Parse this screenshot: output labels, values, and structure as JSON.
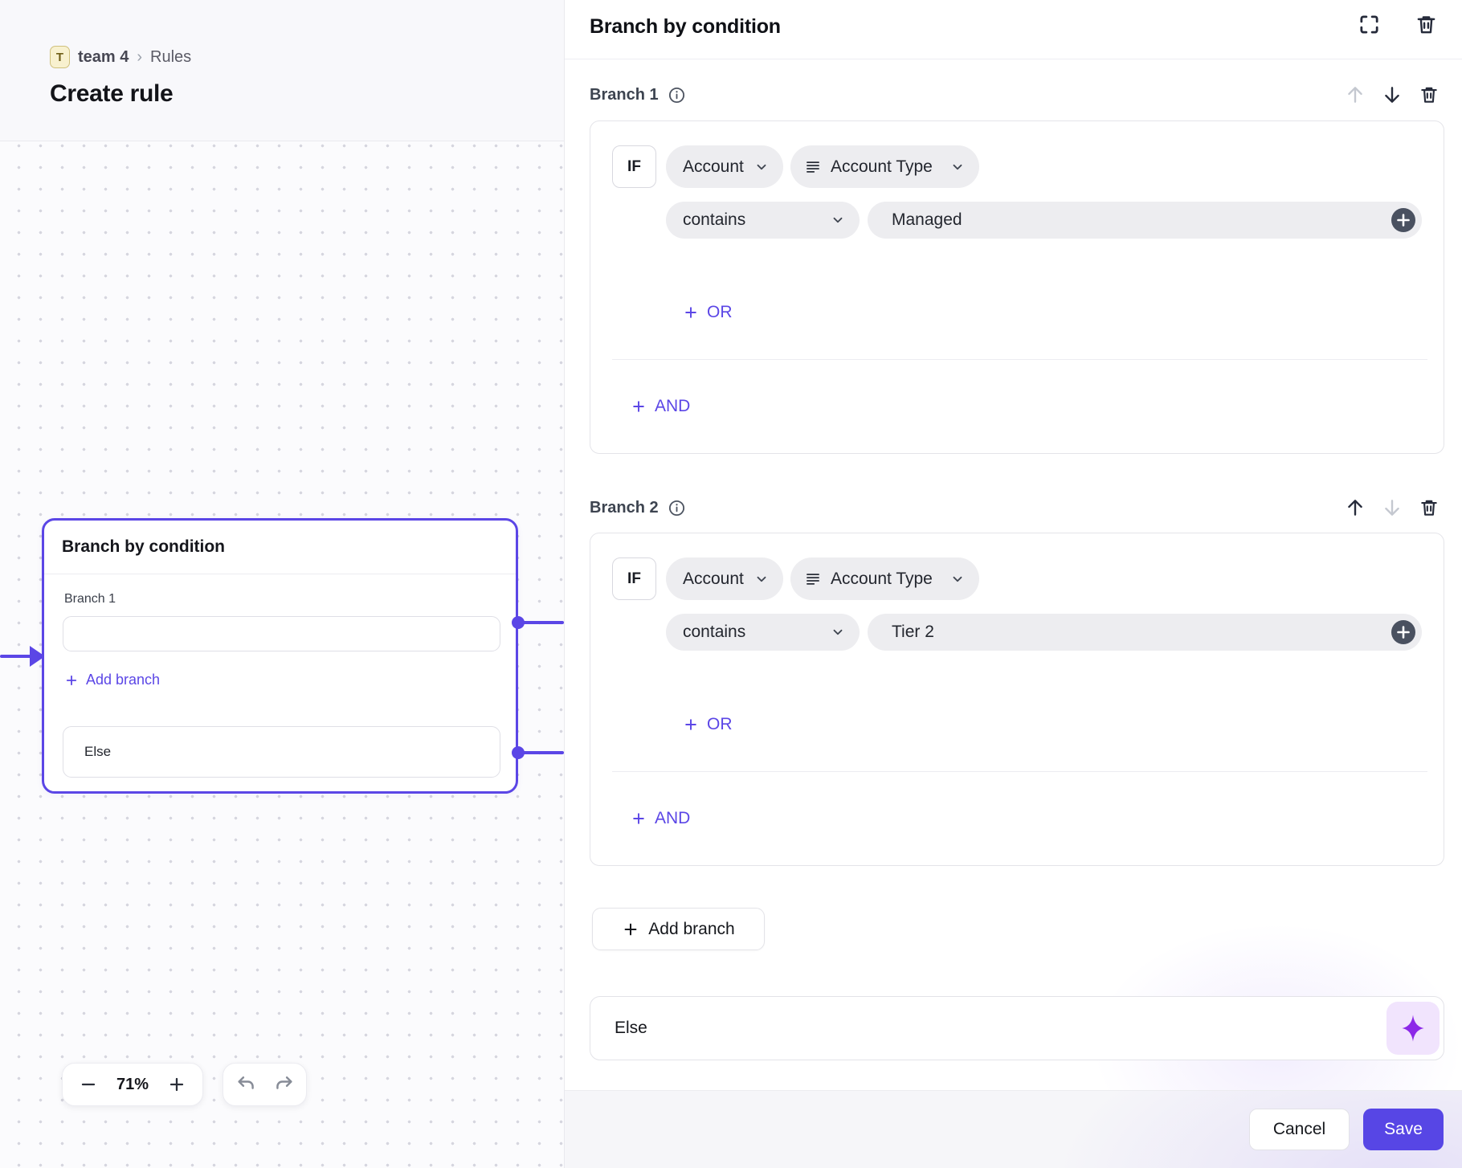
{
  "colors": {
    "accent": "#5b46e6",
    "save_button": "#5746e5",
    "sparkle": "#8c28e8",
    "badge_bg": "#f8f1cf"
  },
  "canvas": {
    "breadcrumb": {
      "badge": "T",
      "team": "team 4",
      "separator": "›",
      "page": "Rules"
    },
    "title": "Create rule",
    "node": {
      "title": "Branch by condition",
      "branch_label": "Branch 1",
      "add_branch": "Add branch",
      "else_label": "Else"
    },
    "controls": {
      "zoom_level": "71%"
    }
  },
  "panel": {
    "title": "Branch by condition",
    "branches": [
      {
        "label": "Branch 1",
        "if_label": "IF",
        "object": "Account",
        "field": "Account Type",
        "operator": "contains",
        "value": "Managed",
        "or_label": "OR",
        "and_label": "AND"
      },
      {
        "label": "Branch 2",
        "if_label": "IF",
        "object": "Account",
        "field": "Account Type",
        "operator": "contains",
        "value": "Tier 2",
        "or_label": "OR",
        "and_label": "AND"
      }
    ],
    "add_branch": "Add branch",
    "else_label": "Else",
    "cancel": "Cancel",
    "save": "Save"
  }
}
